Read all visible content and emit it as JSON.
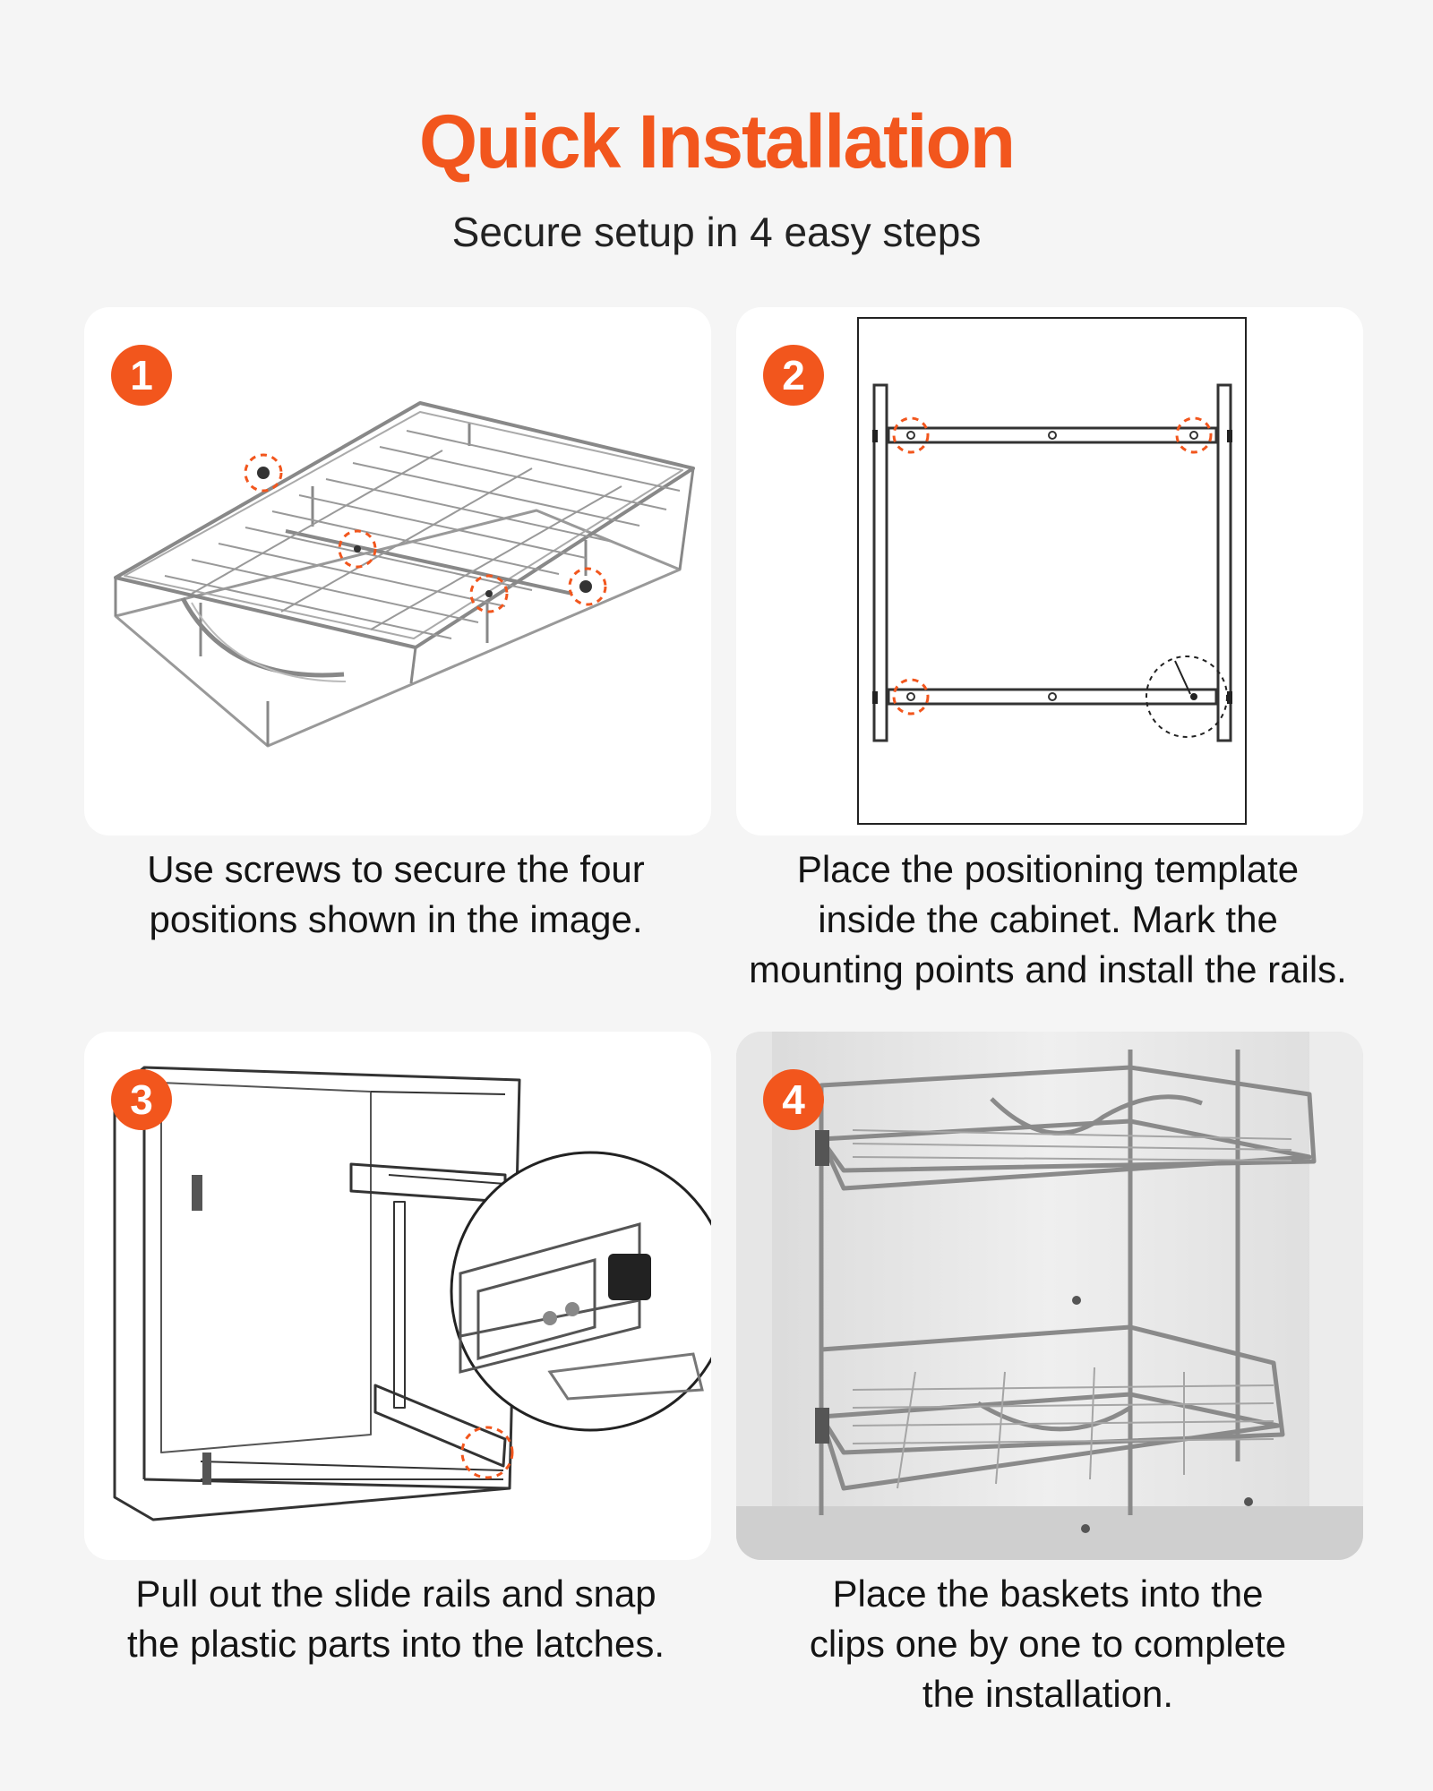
{
  "header": {
    "title": "Quick Installation",
    "subtitle": "Secure setup in 4 easy steps"
  },
  "accent_color": "#f2561d",
  "steps": [
    {
      "number": "1",
      "icon": "wire-basket-diagram",
      "caption_lines": [
        "Use screws to secure the four",
        "positions shown in the image."
      ]
    },
    {
      "number": "2",
      "icon": "positioning-template-diagram",
      "caption_lines": [
        "Place the positioning template",
        "inside the cabinet. Mark the",
        "mounting points and install the rails."
      ]
    },
    {
      "number": "3",
      "icon": "cabinet-slide-rail-diagram",
      "caption_lines": [
        "Pull out the slide rails and snap",
        "the plastic parts into the latches."
      ]
    },
    {
      "number": "4",
      "icon": "installed-baskets-photo",
      "caption_lines": [
        "Place the baskets into the",
        "clips one by one to complete",
        "the installation."
      ]
    }
  ]
}
